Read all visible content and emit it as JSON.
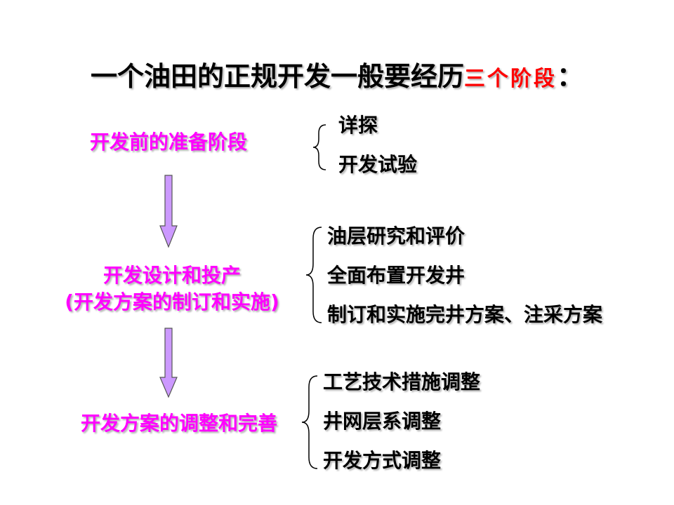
{
  "title": {
    "main": "一个油田的正规开发一般要经历",
    "highlight": "三个阶段",
    "suffix": "："
  },
  "stages": [
    {
      "label": "开发前的准备阶段",
      "items": [
        "详探",
        "开发试验"
      ]
    },
    {
      "label_line1": "开发设计和投产",
      "label_line2": "(开发方案的制订和实施)",
      "items": [
        "油层研究和评价",
        "全面布置开发井",
        "制订和实施完井方案、注采方案"
      ]
    },
    {
      "label": "开发方案的调整和完善",
      "items": [
        "工艺技术措施调整",
        "井网层系调整",
        "开发方式调整"
      ]
    }
  ],
  "colors": {
    "stage_text": "#ff00ff",
    "title_highlight": "#ff0000",
    "arrow_fill": "#cc99ff",
    "arrow_stroke": "#555555"
  }
}
